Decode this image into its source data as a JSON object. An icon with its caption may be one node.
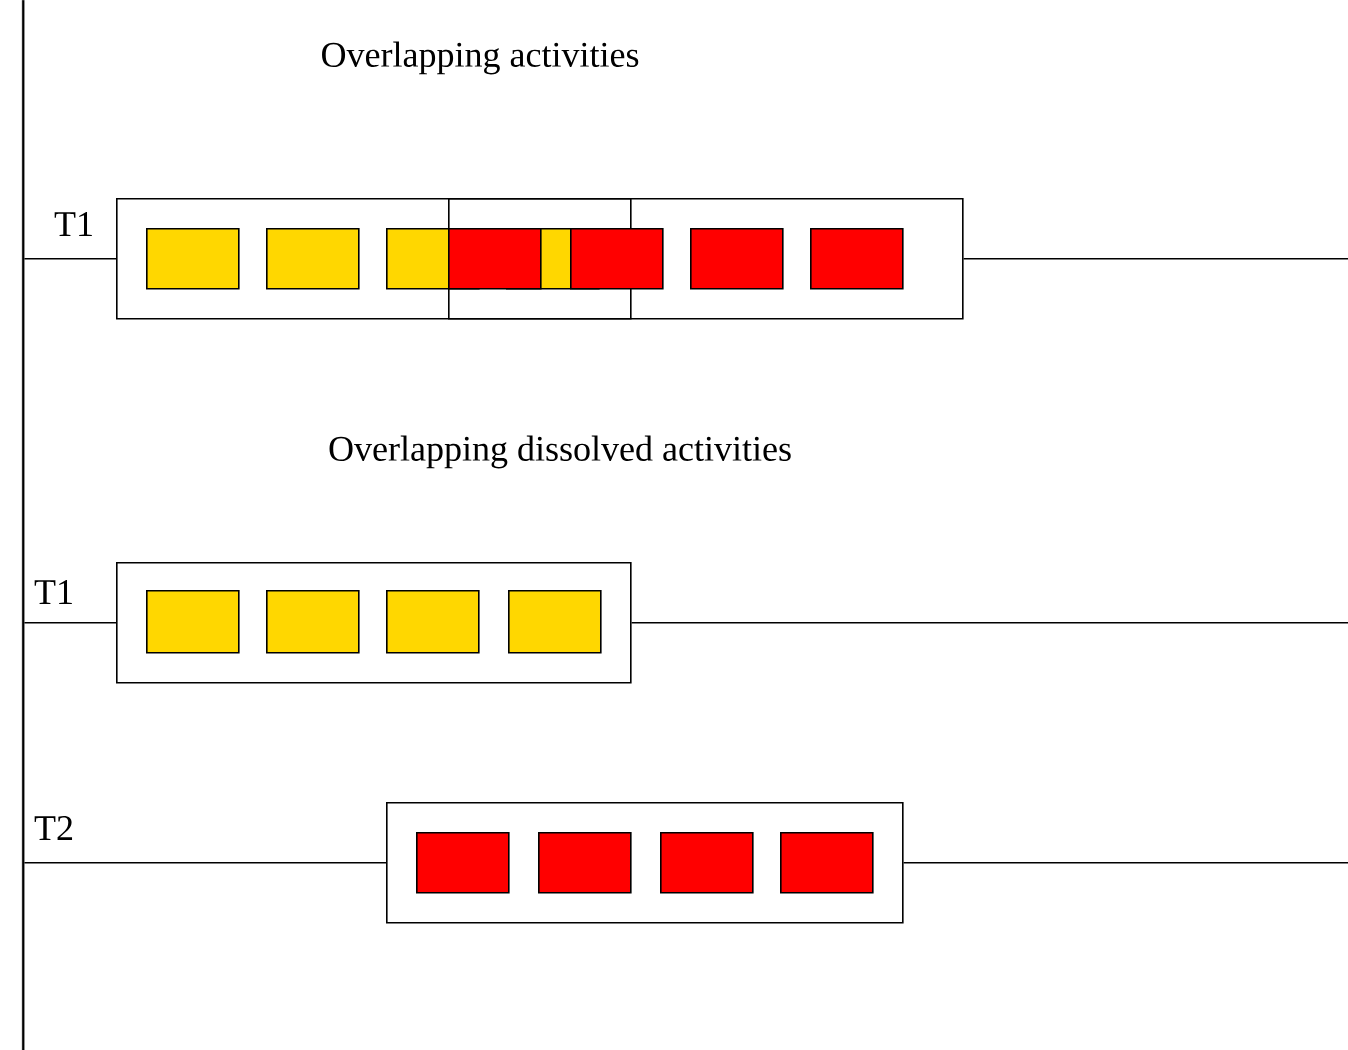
{
  "diagram": {
    "nodes": [
      {
        "text": [],
        "shape": "box"
      },
      {
        "text": [],
        "shape": "box",
        "in": 0
      },
      {
        "text": [],
        "shape": "box",
        "in": 0
      },
      {
        "text": [],
        "shape": "box",
        "in": 0
      },
      {
        "text": [],
        "shape": "box",
        "in": 0
      },
      {
        "text": [],
        "shape": "box",
        "in": 1
      },
      {
        "text": [],
        "shape": "box",
        "in": 1
      },
      {
        "text": [],
        "shape": "box",
        "in": 0
      },
      {
        "text": [],
        "shape": "box",
        "in": 0
      },
      {
        "text": [],
        "shape": "box",
        "in": 0
      },
      {
        "text": [],
        "shape": "box"
      },
      {
        "text": [],
        "shape": "box",
        "in": 10
      },
      {
        "text": [],
        "shape": "box",
        "in": 10
      },
      {
        "text": [],
        "shape": "box",
        "in": 10
      },
      {
        "text": [],
        "shape": "box",
        "in": 10
      },
      {
        "text": [],
        "shape": "box"
      },
      {
        "text": [],
        "shape": "box",
        "in": 15
      },
      {
        "text": [],
        "shape": "box",
        "in": 15
      },
      {
        "text": [],
        "shape": "box",
        "in": 15
      },
      {
        "text": [],
        "shape": "box",
        "in": 15
      },
      {
        "text": [],
        "shape": "bar"
      }
    ],
    "edges": [
      {
        "from": 20,
        "to": 0,
        "arrow": "none"
      },
      {
        "from": 0,
        "to": null,
        "arrow": "none"
      },
      {
        "from": 20,
        "to": 10,
        "arrow": "none"
      },
      {
        "from": 10,
        "to": null,
        "arrow": "none"
      },
      {
        "from": 20,
        "to": 15,
        "arrow": "none"
      },
      {
        "from": 15,
        "to": null,
        "arrow": "none"
      }
    ],
    "labels": [
      "Overlapping activities",
      "T1",
      "Overlapping dissolved activities",
      "T1",
      "T2"
    ]
  }
}
